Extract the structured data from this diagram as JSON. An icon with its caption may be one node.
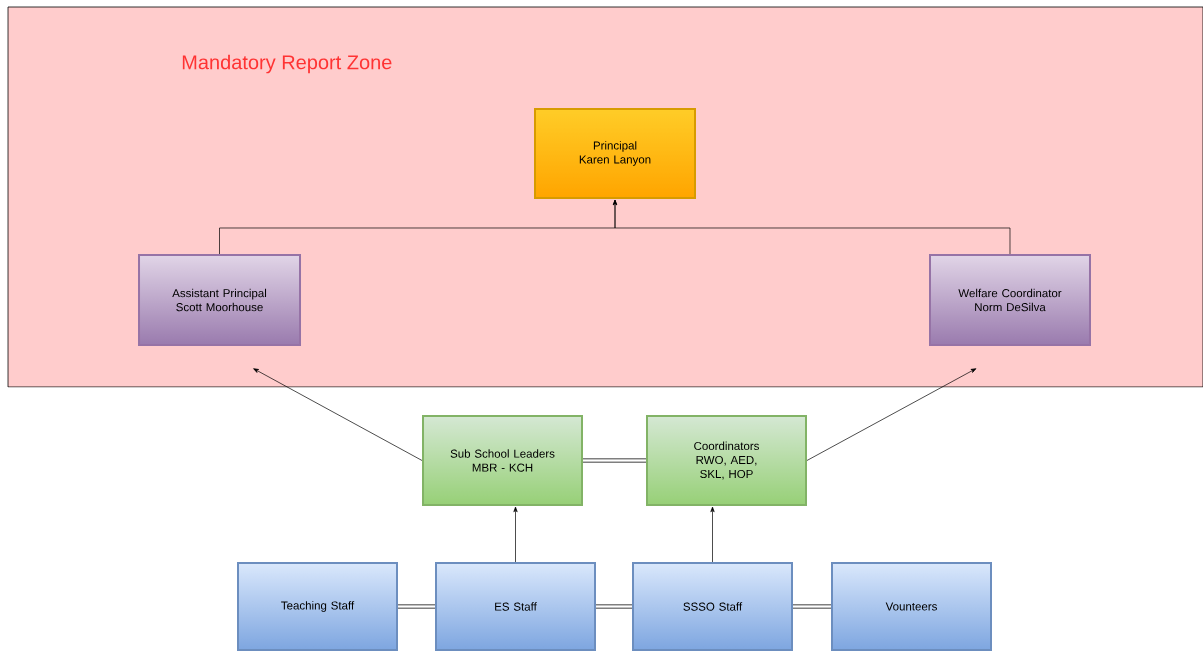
{
  "diagram": {
    "nodes": [
      {
        "text": [
          "Mandatory Report Zone"
        ]
      },
      {
        "text": [
          "Principal Karen Lanyon"
        ],
        "in": 0
      },
      {
        "text": [
          "Assistant Principal Scott Moorhouse"
        ],
        "in": 0
      },
      {
        "text": [
          "Welfare Coordinator Norm DeSilva"
        ],
        "in": 0
      },
      {
        "text": [
          "Sub School Leaders MBR - KCH"
        ]
      },
      {
        "text": [
          "Coordinators RWO, AED, SKL, HOP"
        ]
      },
      {
        "text": [
          "Teaching Staff"
        ]
      },
      {
        "text": [
          "ES Staff"
        ]
      },
      {
        "text": [
          "SSSO Staff"
        ]
      },
      {
        "text": [
          "Vounteers"
        ]
      }
    ],
    "edges": [
      {
        "from": 2,
        "to": 1,
        "arrow": "to"
      },
      {
        "from": 3,
        "to": 1,
        "arrow": "to"
      },
      {
        "from": 4,
        "to": 2,
        "arrow": "to"
      },
      {
        "from": 5,
        "to": 3,
        "arrow": "to"
      },
      {
        "from": 4,
        "to": 5,
        "arrow": "none",
        "style": "thick"
      },
      {
        "from": 7,
        "to": 4,
        "arrow": "to"
      },
      {
        "from": 8,
        "to": 5,
        "arrow": "to"
      },
      {
        "from": 6,
        "to": 7,
        "arrow": "none",
        "style": "thick"
      },
      {
        "from": 7,
        "to": 8,
        "arrow": "none",
        "style": "thick"
      },
      {
        "from": 8,
        "to": 9,
        "arrow": "none",
        "style": "thick"
      }
    ]
  }
}
